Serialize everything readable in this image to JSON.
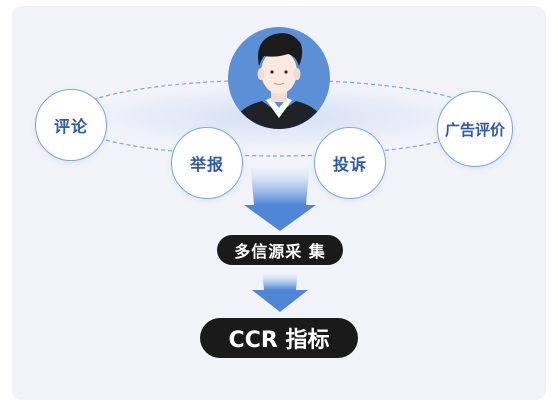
{
  "nodes": {
    "comment": "评论",
    "report": "举报",
    "complaint": "投诉",
    "ad_review": "广告评价"
  },
  "stages": {
    "multi_source": "多信源采 集",
    "ccr_metric": "CCR 指标"
  },
  "colors": {
    "accent_blue": "#5b8fd6",
    "bubble_text": "#2c5aa8",
    "pill_bg": "#1a1a1a",
    "background": "#f1f3f9"
  },
  "icons": {
    "user": "user-avatar-icon",
    "flow_arrow": "down-arrow-icon"
  }
}
